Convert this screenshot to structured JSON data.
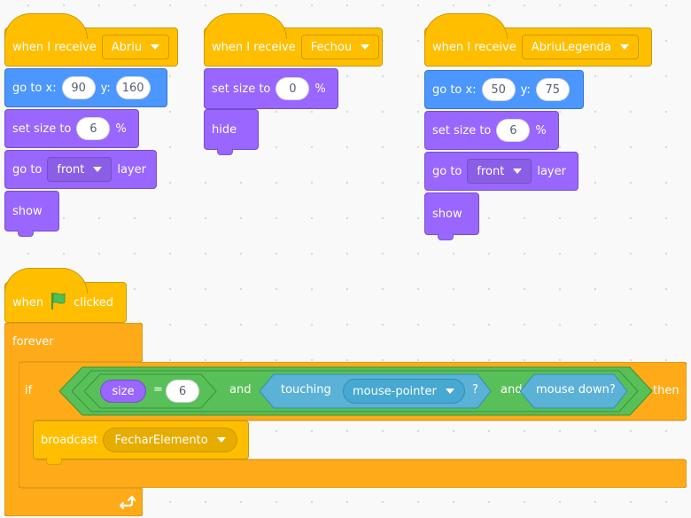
{
  "script1": {
    "hat_text": "when I receive",
    "message": "Abriu",
    "goto_text": "go to x:",
    "x": "90",
    "y_text": "y:",
    "y": "160",
    "size_text": "set size to",
    "size": "6",
    "pct": "%",
    "layer_goto": "go to",
    "layer_option": "front",
    "layer_text": "layer",
    "show": "show"
  },
  "script2": {
    "hat_text": "when I receive",
    "message": "Fechou",
    "size_text": "set size to",
    "size": "0",
    "pct": "%",
    "hide": "hide"
  },
  "script3": {
    "hat_text": "when I receive",
    "message": "AbriuLegenda",
    "goto_text": "go to x:",
    "x": "50",
    "y_text": "y:",
    "y": "75",
    "size_text": "set size to",
    "size": "6",
    "pct": "%",
    "layer_goto": "go to",
    "layer_option": "front",
    "layer_text": "layer",
    "show": "show"
  },
  "script4": {
    "hat_when": "when",
    "hat_clicked": "clicked",
    "forever": "forever",
    "if": "if",
    "then": "then",
    "size_reporter": "size",
    "equals": "=",
    "compare_value": "6",
    "and1": "and",
    "touching": "touching",
    "touching_option": "mouse-pointer",
    "question": "?",
    "and2": "and",
    "mouse_down": "mouse down?",
    "broadcast": "broadcast",
    "broadcast_message": "FecharElemento"
  },
  "colors": {
    "events": "#ffbf00",
    "motion": "#4c97ff",
    "looks": "#9966ff",
    "control": "#ffab19",
    "operators": "#59c059",
    "sensing": "#5cb1d6"
  },
  "icons": {
    "flag": "green-flag-icon",
    "loop_arrow": "loop-arrow-icon",
    "dropdown": "caret-down-icon"
  }
}
